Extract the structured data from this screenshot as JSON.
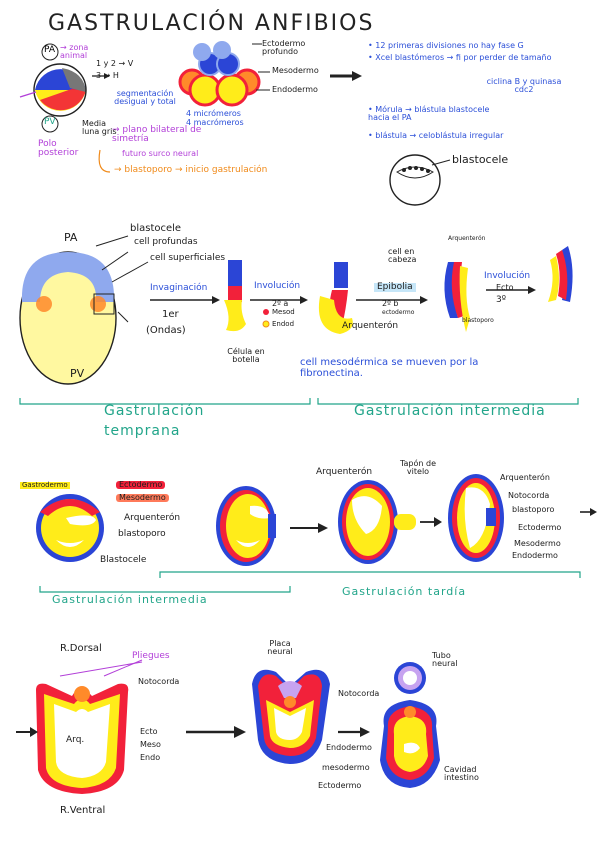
{
  "title": "GASTRULACIÓN ANFIBIOS",
  "sec1": {
    "pa": "PA",
    "zona_animal": "→ zona animal",
    "pv": "PV",
    "polo_posterior": "Polo posterior",
    "media_luna_gris": "Media luna gris",
    "plano_bilateral": "→ plano bilateral de simetría",
    "futuro_surco_neural": "futuro surco neural",
    "blastoporo": "→ blastoporo → inicio gastrulación",
    "div_1": "1 y 2 → V",
    "div_2": "3 → H",
    "segmentacion": "segmentación desigual y total",
    "ectodermo_prof": "Ectodermo profundo",
    "mesodermo": "Mesodermo",
    "endodermo": "Endodermo",
    "micromeros": "4 micrómeros",
    "macromeros": "4 macrómeros",
    "note1": "• 12 primeras divisiones no hay fase G",
    "note2": "• Xcel blastómeros → fi por perder de tamaño",
    "note2b": "ciclina B y quinasa cdc2",
    "note3": "• Mórula → blástula blastocele hacia el PA",
    "note4": "• blástula → celoblástula irregular",
    "blastocele": "blastocele"
  },
  "sec2": {
    "pa": "PA",
    "pv": "PV",
    "blastocele": "blastocele",
    "cel_profundas": "cell profundas",
    "cel_superficiales": "cell superficiales",
    "invaginacion": "Invaginación",
    "primero": "1er",
    "ondas": "(Ondas)",
    "celula_botella": "Célula en botella",
    "involucion": "Involución",
    "segundo_a": "2º a",
    "mesod": "Mesod",
    "endod": "Endod",
    "cel_cabeza": "cell en cabeza",
    "arquenteron": "Arquenterón",
    "epibolia": "Epibolia",
    "segundo_b": "2º b",
    "ectodermo": "ectodermo",
    "arquenteron_small": "Arquenterón",
    "blastoporo_small": "blastoporo",
    "involucion2": "Involución",
    "ecto": "Ecto",
    "tercero": "3º",
    "fibronectina": "cell mesodérmica se mueven por la fibronectina.",
    "temprana_1": "Gastrulación",
    "temprana_2": "temprana",
    "intermedia": "Gastrulación intermedia"
  },
  "sec3": {
    "leg_ecto": "Ectodermo",
    "leg_meso": "Mesodermo",
    "gastroderm": "Gastrodermo",
    "arquenteron": "Arquenterón",
    "blastoporo": "blastoporo",
    "blastocele": "Blastocele",
    "arquenteron2": "Arquenterón",
    "tapon": "Tapón de vitelo",
    "r_arquenteron": "Arquenterón",
    "r_notocorda": "Notocorda",
    "r_blastoporo": "blastoporo",
    "r_ectodermo": "Ectodermo",
    "r_mesodermo": "Mesodermo",
    "r_endodermo": "Endodermo",
    "intermedia": "Gastrulación intermedia",
    "tardia": "Gastrulación tardía"
  },
  "sec4": {
    "r_dorsal": "R.Dorsal",
    "pliegues": "Pliegues",
    "notocorda": "Notocorda",
    "arq": "Arq.",
    "ecto": "Ecto",
    "meso": "Meso",
    "endo": "Endo",
    "r_ventral": "R.Ventral",
    "placa_neural": "Placa neural",
    "notocorda2": "Notocorda",
    "endodermo": "Endodermo",
    "mesodermo": "mesodermo",
    "ectodermo": "Ectodermo",
    "tubo_neural": "Tubo neural",
    "cavidad": "Cavidad intestino"
  },
  "colors": {
    "blue": "#2b45d6",
    "red": "#f2213a",
    "yellow": "#ffec1a",
    "orange": "#ff8a2a",
    "purple": "#a83fd8",
    "green": "#22a58a",
    "lightblue": "#8fa9ee"
  }
}
